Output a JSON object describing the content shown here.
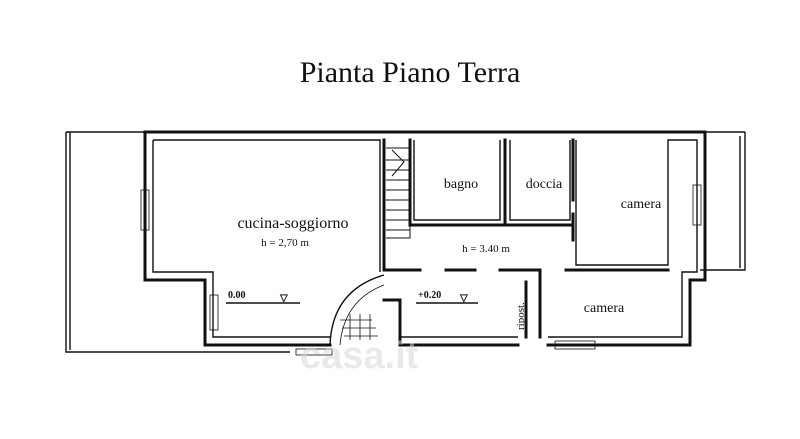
{
  "title": "Pianta Piano  Terra",
  "rooms": {
    "kitchen": "cucina-soggiorno",
    "bath": "bagno",
    "shower": "doccia",
    "bedroom1": "camera",
    "bedroom2": "camera",
    "storage": "ripost."
  },
  "heights": {
    "kitchen": "h = 2,70 m",
    "hall": "h = 3.40 m"
  },
  "levels": {
    "level1": "0.00",
    "level2": "+0.20"
  },
  "watermark": "casa.it"
}
